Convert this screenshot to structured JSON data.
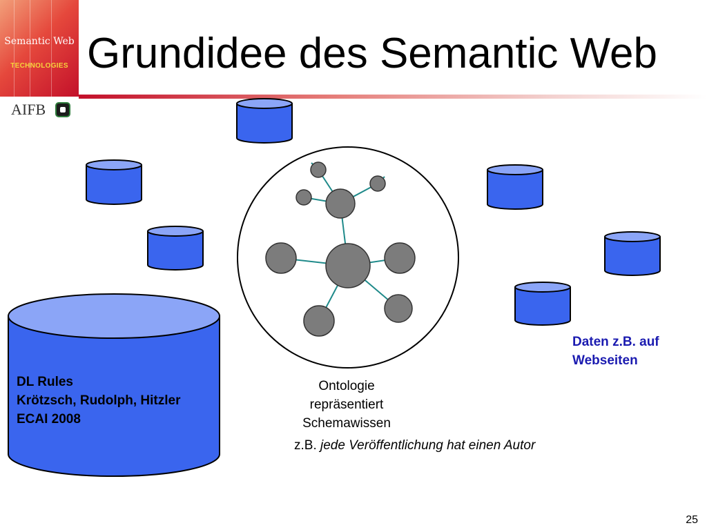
{
  "header": {
    "logo_title": "Semantic Web",
    "logo_subtitle": "TECHNOLOGIES",
    "institute": "AIFB",
    "title": "Grundidee des Semantic Web"
  },
  "knowledge_base": {
    "line1": "DL Rules",
    "line2": "Krötzsch, Rudolph, Hitzler",
    "line3": "ECAI 2008"
  },
  "ontology": {
    "line1": "Ontologie",
    "line2": "repräsentiert",
    "line3": "Schemawissen",
    "example_prefix": "z.B.",
    "example_text": "jede Veröffentlichung hat einen Autor"
  },
  "data_sources": {
    "line1": "Daten z.B. auf",
    "line2": "Webseiten"
  },
  "page_number": "25",
  "colors": {
    "cylinder_body": "#3a65ee",
    "cylinder_top": "#8ba5f7",
    "node_fill": "#7c7c7c",
    "edge": "#1f8a8a",
    "data_label": "#1b1bb0",
    "brand_red": "#c3102a",
    "brand_yellow": "#f6d33c"
  }
}
